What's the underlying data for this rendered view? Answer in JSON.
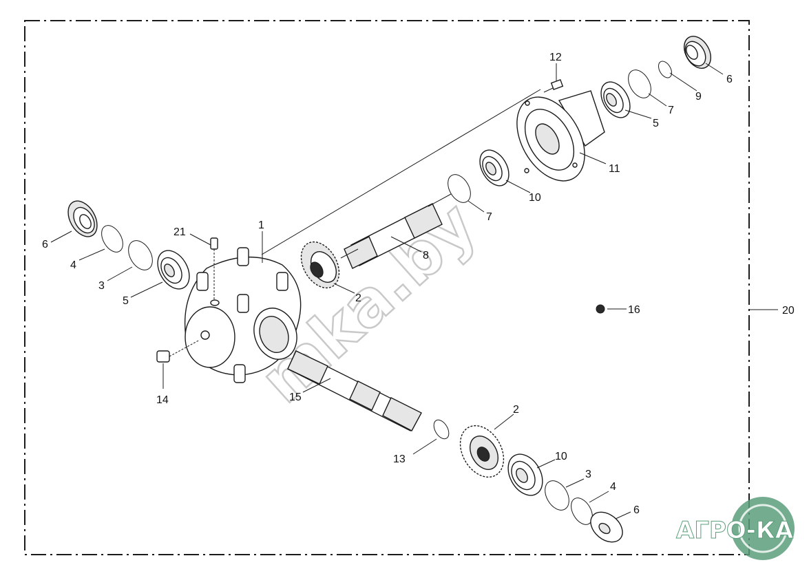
{
  "diagram": {
    "type": "exploded-parts-view",
    "part_numbers": [
      "1",
      "2",
      "3",
      "4",
      "5",
      "6",
      "7",
      "8",
      "9",
      "10",
      "11",
      "12",
      "13",
      "14",
      "15",
      "16",
      "20",
      "21"
    ]
  },
  "callouts": {
    "c1": "1",
    "c2a": "2",
    "c2b": "2",
    "c3a": "3",
    "c3b": "3",
    "c4a": "4",
    "c4b": "4",
    "c5a": "5",
    "c5b": "5",
    "c6a": "6",
    "c6b": "6",
    "c6c": "6",
    "c7a": "7",
    "c7b": "7",
    "c8": "8",
    "c9": "9",
    "c10a": "10",
    "c10b": "10",
    "c11": "11",
    "c12": "12",
    "c13": "13",
    "c14": "14",
    "c15": "15",
    "c16": "16",
    "c20": "20",
    "c21": "21"
  },
  "watermark": {
    "text": "mka.by"
  },
  "logo": {
    "text": "АГРО-КА",
    "color": "#2e8b57"
  },
  "colors": {
    "line": "#1a1a1a",
    "watermark": "#c9c9c9",
    "logo_green": "#5a9e7a"
  }
}
